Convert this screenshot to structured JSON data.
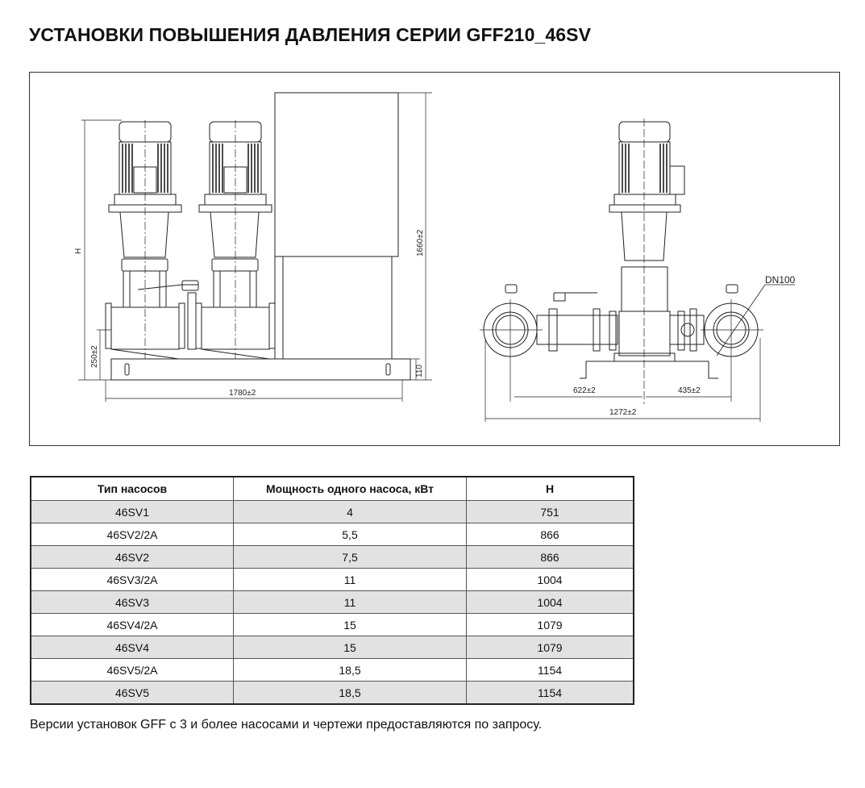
{
  "title": "УСТАНОВКИ ПОВЫШЕНИЯ ДАВЛЕНИЯ СЕРИИ GFF210_46SV",
  "drawing": {
    "front_view": {
      "height_label": "H",
      "inlet_height": "250±2",
      "cabinet_height": "1660±2",
      "base_height": "110",
      "length": "1780±2"
    },
    "side_view": {
      "pipe_size": "DN100",
      "left_offset": "622±2",
      "right_offset": "435±2",
      "total_width": "1272±2"
    }
  },
  "table": {
    "headers": [
      "Тип насосов",
      "Мощность одного насоса, кВт",
      "H"
    ],
    "rows": [
      [
        "46SV1",
        "4",
        "751"
      ],
      [
        "46SV2/2A",
        "5,5",
        "866"
      ],
      [
        "46SV2",
        "7,5",
        "866"
      ],
      [
        "46SV3/2A",
        "11",
        "1004"
      ],
      [
        "46SV3",
        "11",
        "1004"
      ],
      [
        "46SV4/2A",
        "15",
        "1079"
      ],
      [
        "46SV4",
        "15",
        "1079"
      ],
      [
        "46SV5/2A",
        "18,5",
        "1154"
      ],
      [
        "46SV5",
        "18,5",
        "1154"
      ]
    ]
  },
  "note": "Версии установок GFF с 3 и более насосами и чертежи предоставляются по запросу."
}
